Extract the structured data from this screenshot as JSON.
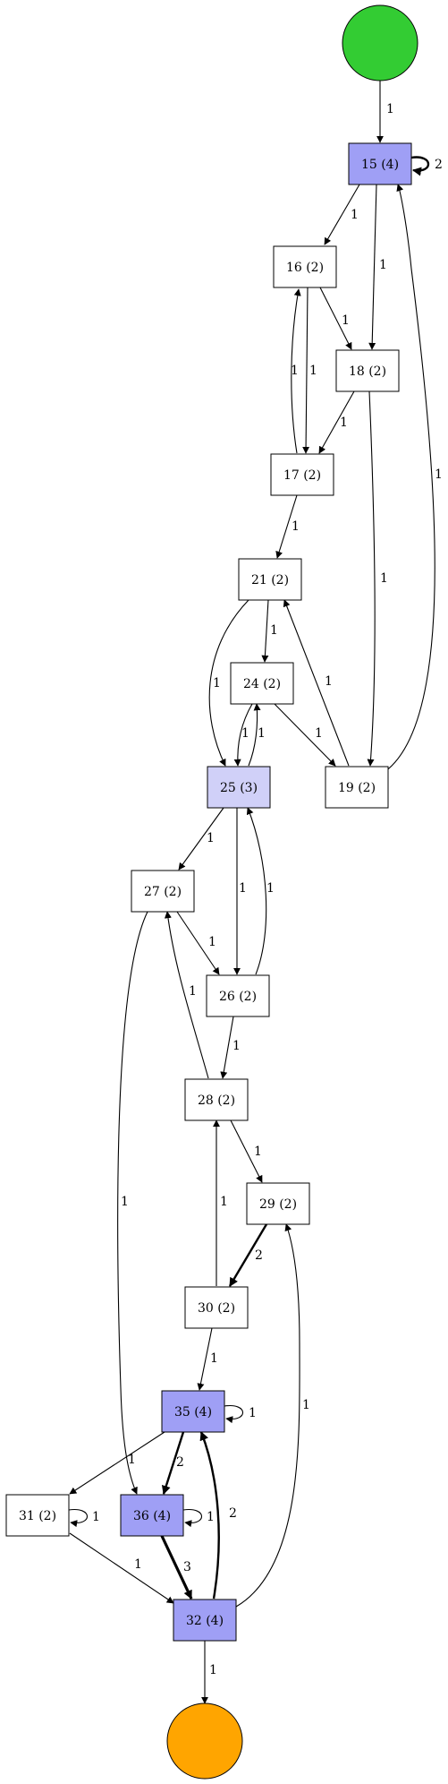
{
  "colors": {
    "start": "#33cc33",
    "end": "#ffa500",
    "heavy": "#9f9ff5",
    "light": "#d0d0f8",
    "plain": "#ffffff"
  },
  "nodes": [
    {
      "id": "start",
      "shape": "circle",
      "fill": "start",
      "label": ""
    },
    {
      "id": "n15",
      "label": "15 (4)",
      "fill": "heavy"
    },
    {
      "id": "n16",
      "label": "16 (2)",
      "fill": "plain"
    },
    {
      "id": "n18",
      "label": "18 (2)",
      "fill": "plain"
    },
    {
      "id": "n17",
      "label": "17 (2)",
      "fill": "plain"
    },
    {
      "id": "n21",
      "label": "21 (2)",
      "fill": "plain"
    },
    {
      "id": "n24",
      "label": "24 (2)",
      "fill": "plain"
    },
    {
      "id": "n25",
      "label": "25 (3)",
      "fill": "light"
    },
    {
      "id": "n19",
      "label": "19 (2)",
      "fill": "plain"
    },
    {
      "id": "n27",
      "label": "27 (2)",
      "fill": "plain"
    },
    {
      "id": "n26",
      "label": "26 (2)",
      "fill": "plain"
    },
    {
      "id": "n28",
      "label": "28 (2)",
      "fill": "plain"
    },
    {
      "id": "n29",
      "label": "29 (2)",
      "fill": "plain"
    },
    {
      "id": "n30",
      "label": "30 (2)",
      "fill": "plain"
    },
    {
      "id": "n35",
      "label": "35 (4)",
      "fill": "heavy"
    },
    {
      "id": "n31",
      "label": "31 (2)",
      "fill": "plain"
    },
    {
      "id": "n36",
      "label": "36 (4)",
      "fill": "heavy"
    },
    {
      "id": "n32",
      "label": "32 (4)",
      "fill": "heavy"
    },
    {
      "id": "end",
      "shape": "circle",
      "fill": "end",
      "label": ""
    }
  ],
  "edges": [
    {
      "from": "start",
      "to": "n15",
      "label": "1"
    },
    {
      "from": "n15",
      "to": "n15",
      "label": "2",
      "weight": 2
    },
    {
      "from": "n15",
      "to": "n16",
      "label": "1"
    },
    {
      "from": "n15",
      "to": "n18",
      "label": "1"
    },
    {
      "from": "n16",
      "to": "n18",
      "label": "1"
    },
    {
      "from": "n16",
      "to": "n17",
      "label": "1"
    },
    {
      "from": "n17",
      "to": "n16",
      "label": "1"
    },
    {
      "from": "n18",
      "to": "n17",
      "label": "1"
    },
    {
      "from": "n18",
      "to": "n19",
      "label": "1"
    },
    {
      "from": "n19",
      "to": "n15",
      "label": "1"
    },
    {
      "from": "n17",
      "to": "n21",
      "label": "1"
    },
    {
      "from": "n21",
      "to": "n24",
      "label": "1"
    },
    {
      "from": "n21",
      "to": "n25",
      "label": "1"
    },
    {
      "from": "n19",
      "to": "n21",
      "label": "1"
    },
    {
      "from": "n24",
      "to": "n19",
      "label": "1"
    },
    {
      "from": "n24",
      "to": "n25",
      "label": "1"
    },
    {
      "from": "n25",
      "to": "n24",
      "label": "1"
    },
    {
      "from": "n25",
      "to": "n27",
      "label": "1"
    },
    {
      "from": "n25",
      "to": "n26",
      "label": "1"
    },
    {
      "from": "n26",
      "to": "n25",
      "label": "1"
    },
    {
      "from": "n27",
      "to": "n26",
      "label": "1"
    },
    {
      "from": "n26",
      "to": "n28",
      "label": "1"
    },
    {
      "from": "n28",
      "to": "n27",
      "label": "1"
    },
    {
      "from": "n27",
      "to": "n36",
      "label": "1"
    },
    {
      "from": "n28",
      "to": "n29",
      "label": "1"
    },
    {
      "from": "n29",
      "to": "n30",
      "label": "2",
      "weight": 2
    },
    {
      "from": "n30",
      "to": "n28",
      "label": "1"
    },
    {
      "from": "n30",
      "to": "n35",
      "label": "1"
    },
    {
      "from": "n35",
      "to": "n35",
      "label": "1"
    },
    {
      "from": "n35",
      "to": "n31",
      "label": "1"
    },
    {
      "from": "n35",
      "to": "n36",
      "label": "2",
      "weight": 2
    },
    {
      "from": "n31",
      "to": "n31",
      "label": "1"
    },
    {
      "from": "n31",
      "to": "n32",
      "label": "1"
    },
    {
      "from": "n36",
      "to": "n36",
      "label": "1"
    },
    {
      "from": "n36",
      "to": "n32",
      "label": "3",
      "weight": 3
    },
    {
      "from": "n32",
      "to": "n35",
      "label": "2",
      "weight": 2
    },
    {
      "from": "n32",
      "to": "n29",
      "label": "1"
    },
    {
      "from": "n32",
      "to": "end",
      "label": "1"
    }
  ]
}
